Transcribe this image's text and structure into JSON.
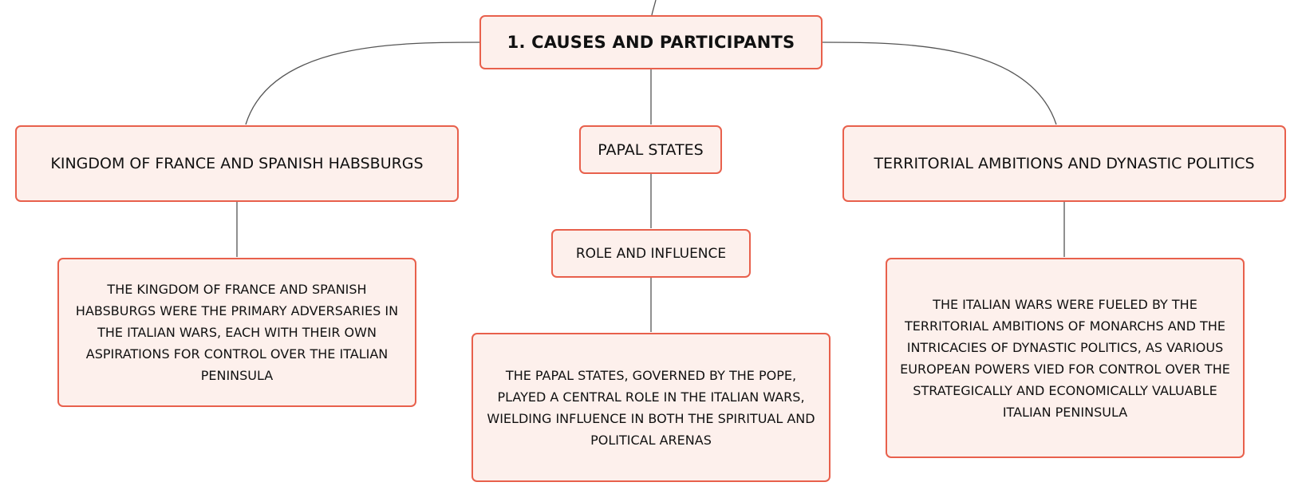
{
  "diagram": {
    "root": {
      "label": "1. CAUSES AND PARTICIPANTS"
    },
    "branches": [
      {
        "label": "KINGDOM OF FRANCE AND SPANISH HABSBURGS",
        "detail": "THE KINGDOM OF FRANCE AND SPANISH HABSBURGS WERE THE PRIMARY ADVERSARIES IN THE ITALIAN WARS, EACH WITH THEIR OWN ASPIRATIONS FOR CONTROL OVER THE ITALIAN PENINSULA"
      },
      {
        "label": "PAPAL STATES",
        "child": {
          "label": "ROLE AND INFLUENCE",
          "detail": "THE PAPAL STATES, GOVERNED BY THE POPE, PLAYED A CENTRAL ROLE IN THE ITALIAN WARS, WIELDING INFLUENCE IN BOTH THE SPIRITUAL AND POLITICAL ARENAS"
        }
      },
      {
        "label": "TERRITORIAL AMBITIONS AND DYNASTIC POLITICS",
        "detail": "THE ITALIAN WARS WERE FUELED BY THE TERRITORIAL AMBITIONS OF MONARCHS AND THE INTRICACIES OF DYNASTIC POLITICS, AS VARIOUS EUROPEAN POWERS VIED FOR CONTROL OVER THE STRATEGICALLY AND ECONOMICALLY VALUABLE ITALIAN PENINSULA"
      }
    ],
    "colors": {
      "node_fill": "#fdf0ec",
      "node_border": "#e8604c",
      "connector": "#555555",
      "text": "#111111"
    }
  }
}
